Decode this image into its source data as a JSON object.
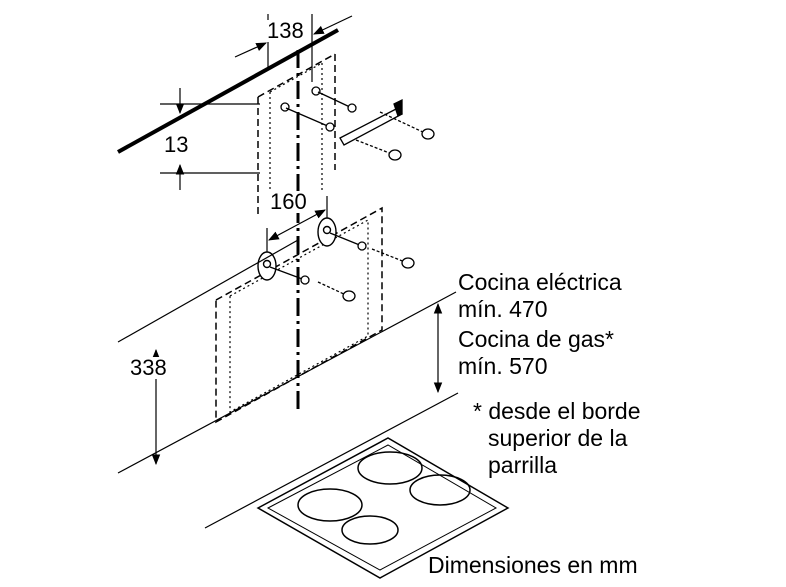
{
  "dimensions": {
    "bracket_spacing_top": "138",
    "ceiling_offset": "13",
    "bracket_spacing_lower": "160",
    "lower_height": "338"
  },
  "notes": {
    "electric_hob": "Cocina eléctrica",
    "electric_min": "mín. 470",
    "gas_hob": "Cocina de gas*",
    "gas_min": "mín. 570",
    "footnote_line1": "* desde el borde",
    "footnote_line2": "superior de la",
    "footnote_line3": "parrilla"
  },
  "footer": {
    "units": "Dimensiones en mm"
  },
  "colors": {
    "line": "#000000",
    "background": "#ffffff"
  }
}
